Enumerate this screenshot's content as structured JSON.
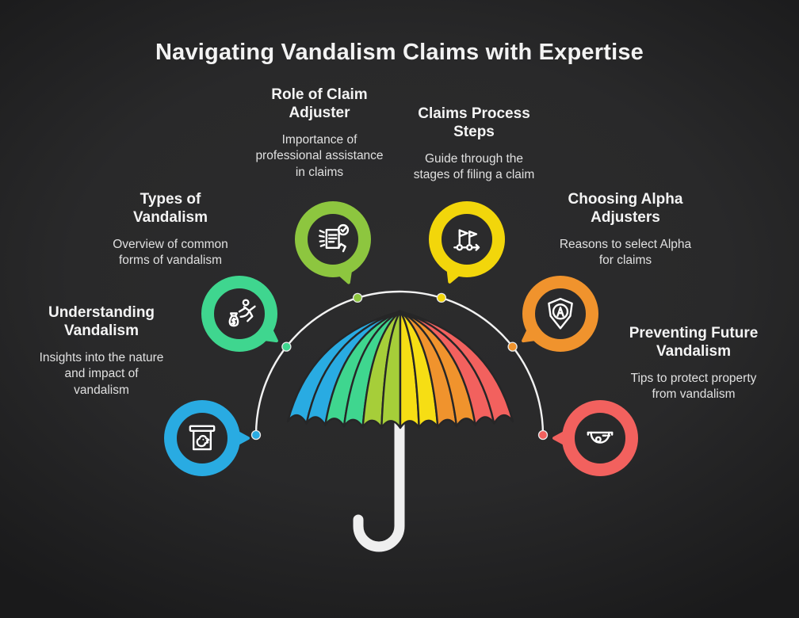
{
  "title": "Navigating Vandalism Claims with Expertise",
  "nodes": [
    {
      "id": "understanding-vandalism",
      "title": "Understanding\nVandalism",
      "description": "Insights into the nature\nand impact of\nvandalism",
      "color": "#29ABE2",
      "icon": "spray-can-face-icon"
    },
    {
      "id": "types-of-vandalism",
      "title": "Types of\nVandalism",
      "description": "Overview of common\nforms of vandalism",
      "color": "#3FD68F",
      "icon": "thief-money-bag-icon"
    },
    {
      "id": "role-of-claim-adjuster",
      "title": "Role of Claim\nAdjuster",
      "description": "Importance of\nprofessional assistance\nin claims",
      "color": "#8DC63F",
      "icon": "document-check-icon"
    },
    {
      "id": "claims-process-steps",
      "title": "Claims Process\nSteps",
      "description": "Guide through the\nstages of filing a claim",
      "color": "#F2D60B",
      "icon": "milestone-flags-icon"
    },
    {
      "id": "choosing-alpha-adjusters",
      "title": "Choosing Alpha\nAdjusters",
      "description": "Reasons to select Alpha\nfor claims",
      "color": "#F0932D",
      "icon": "shield-a-icon"
    },
    {
      "id": "preventing-future-vandalism",
      "title": "Preventing Future\nVandalism",
      "description": "Tips to protect property\nfrom vandalism",
      "color": "#F2615E",
      "icon": "security-camera-icon"
    }
  ],
  "umbrella": {
    "panel_colors": [
      "#29ABE2",
      "#3FD68F",
      "#A6CE39",
      "#F6DE14",
      "#F0932D",
      "#F2615E"
    ],
    "handle_color": "#EFEFEF",
    "arc_color": "#F2F2F2",
    "outline_color": "#262627"
  }
}
